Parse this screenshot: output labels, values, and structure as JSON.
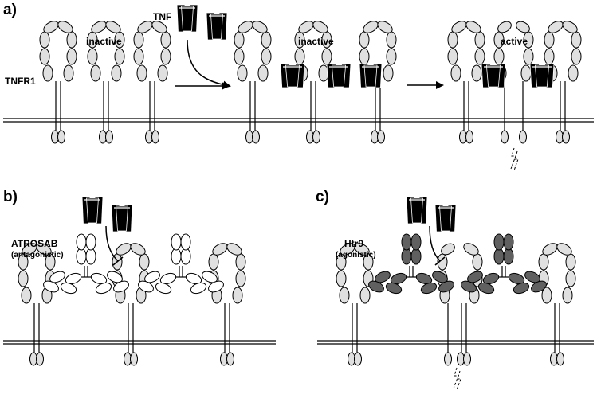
{
  "colors": {
    "receptor": "#e0e0e0",
    "antibody_atrosab": "#ffffff",
    "antibody_htr9": "#606060",
    "tnf": "#000000",
    "line": "#000000"
  },
  "panel_a": {
    "label": "a)",
    "tnf_label": "TNF",
    "receptor_label": "TNFR1",
    "state_1": "inactive",
    "state_2": "inactive",
    "state_3": "active"
  },
  "panel_b": {
    "label": "b)",
    "antibody_name": "ATROSAB",
    "antibody_type": "(antagonistic)"
  },
  "panel_c": {
    "label": "c)",
    "antibody_name": "Htr9",
    "antibody_type": "(agonistic)"
  }
}
